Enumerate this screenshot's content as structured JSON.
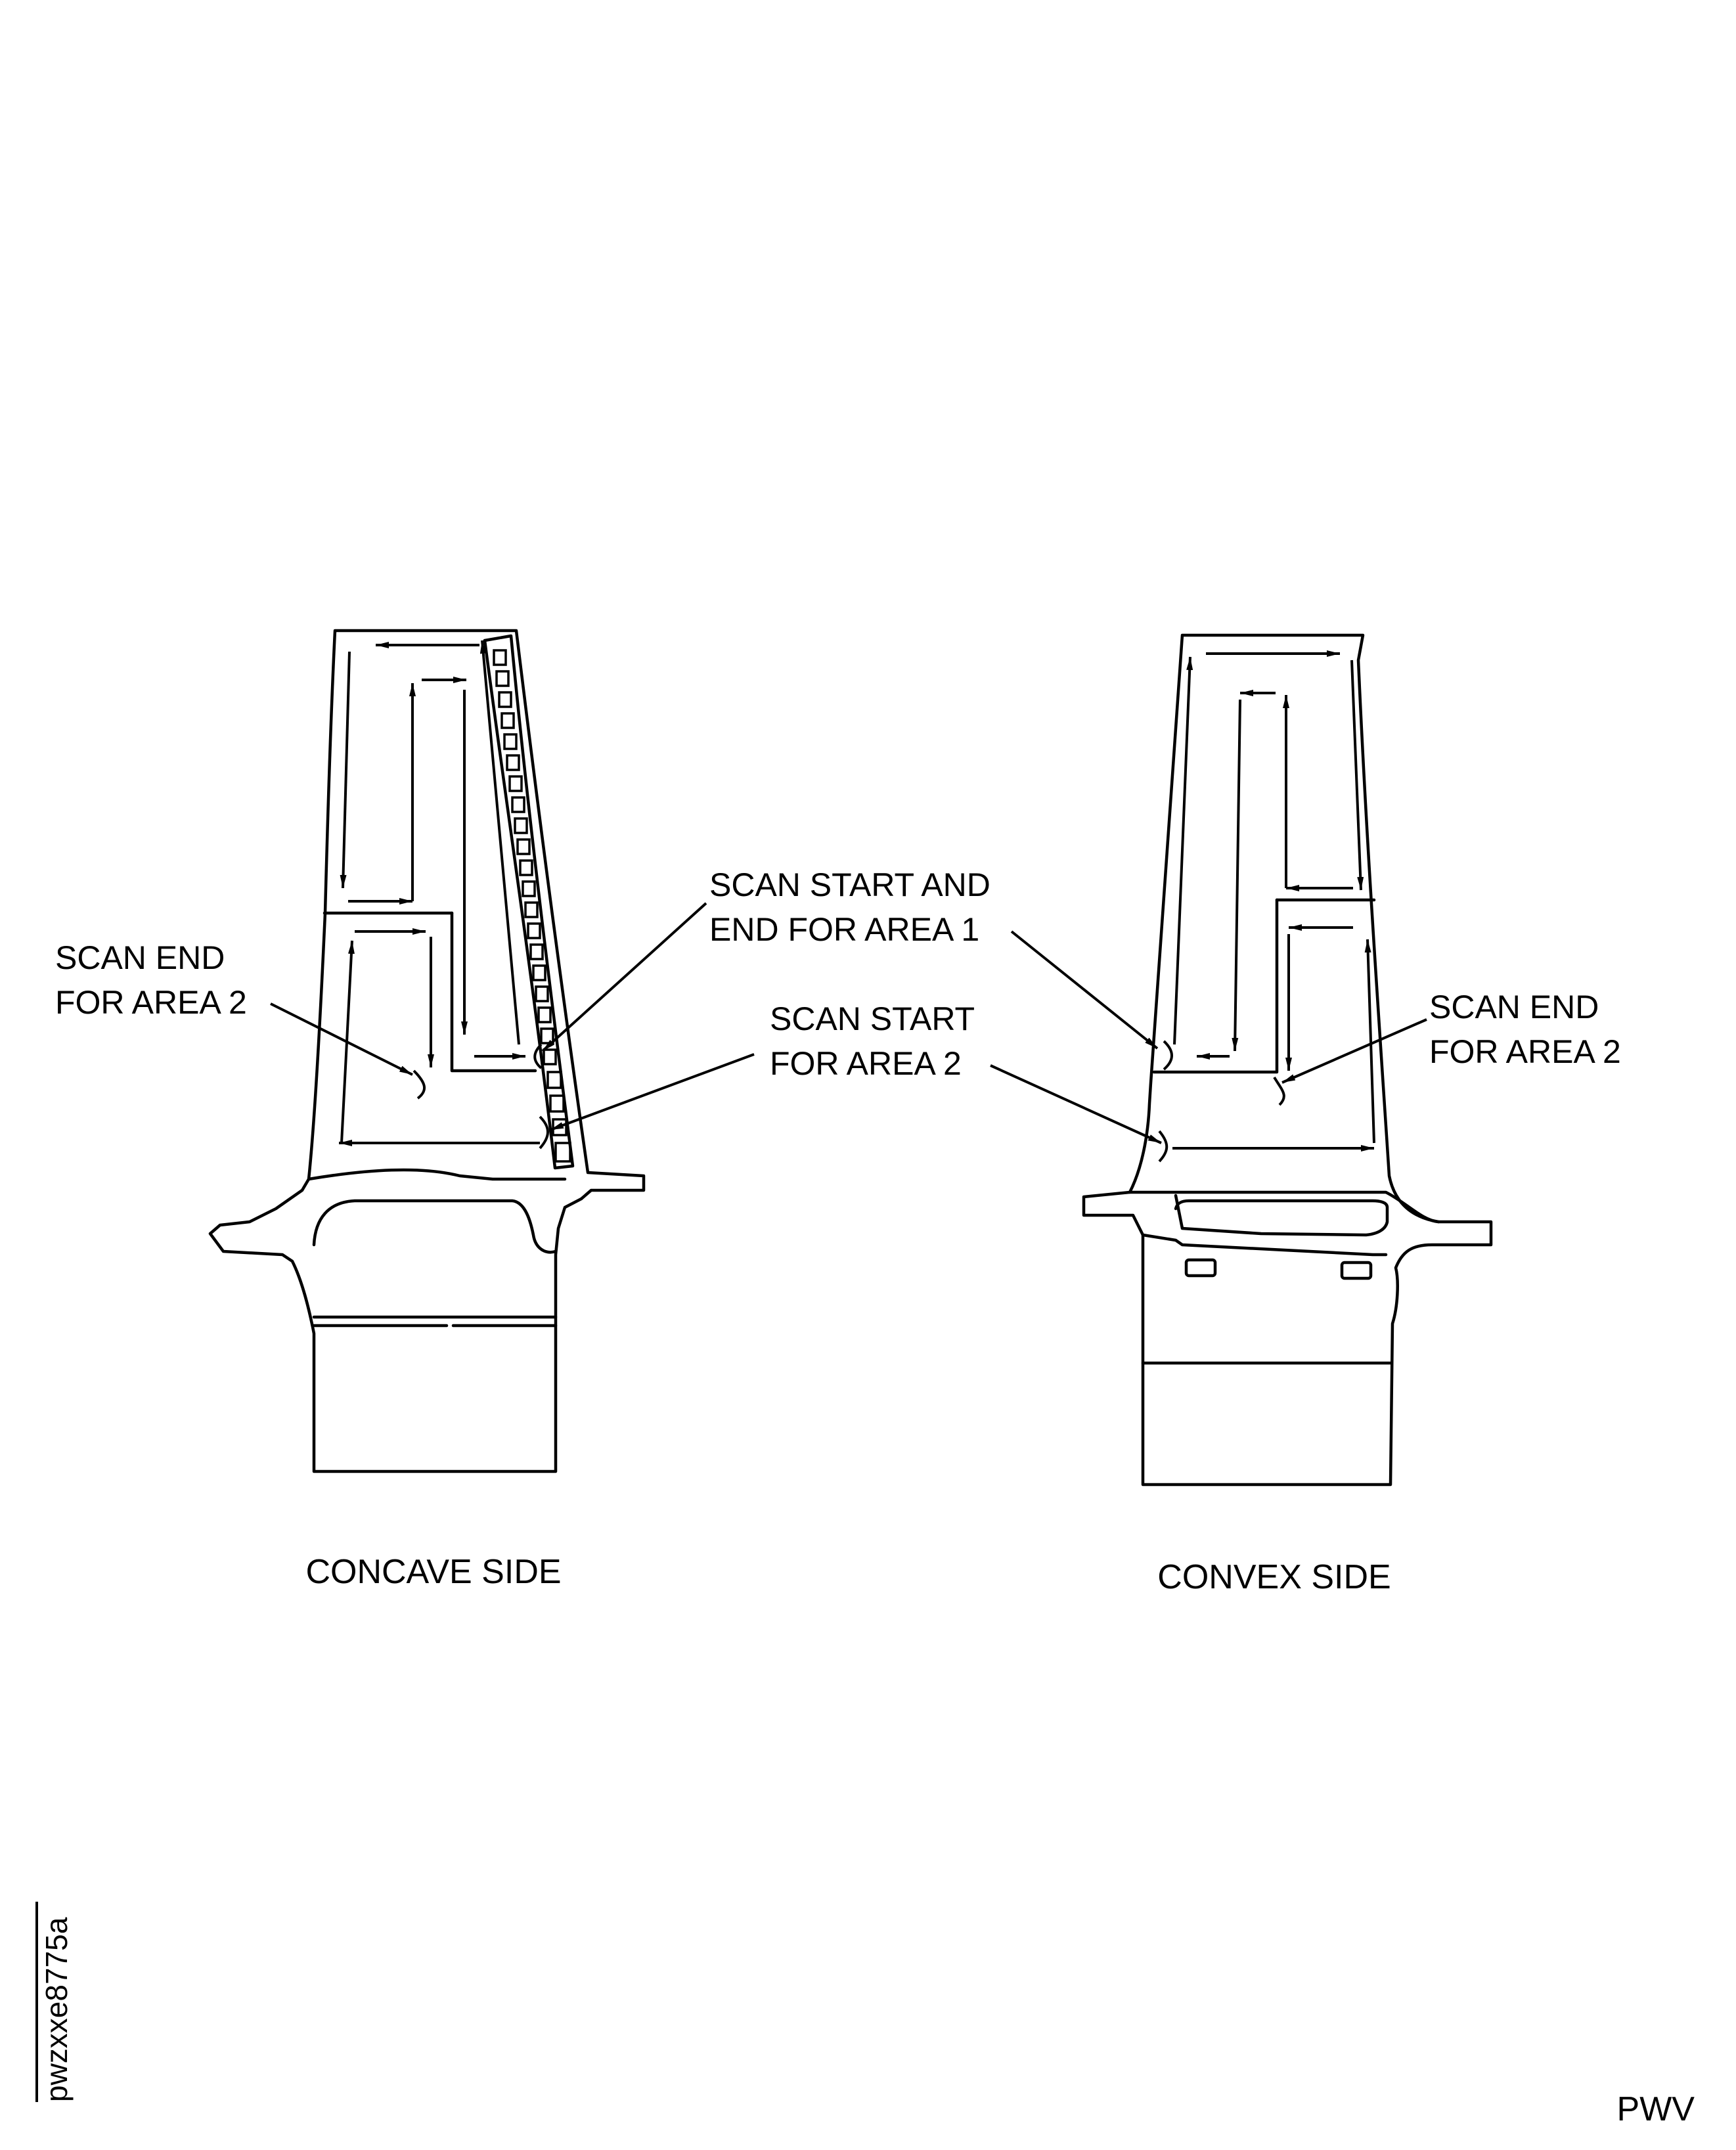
{
  "labels": {
    "concave_scan_end": [
      "SCAN END",
      "FOR AREA 2"
    ],
    "area1_start_end": [
      "SCAN START AND",
      "END FOR AREA 1"
    ],
    "area2_start": [
      "SCAN START",
      "FOR AREA 2"
    ],
    "convex_scan_end": [
      "SCAN END",
      "FOR AREA 2"
    ]
  },
  "captions": {
    "concave": "CONCAVE SIDE",
    "convex": "CONVEX SIDE"
  },
  "figure_id": "pwzxxe8775a",
  "corner_code": "PWV"
}
